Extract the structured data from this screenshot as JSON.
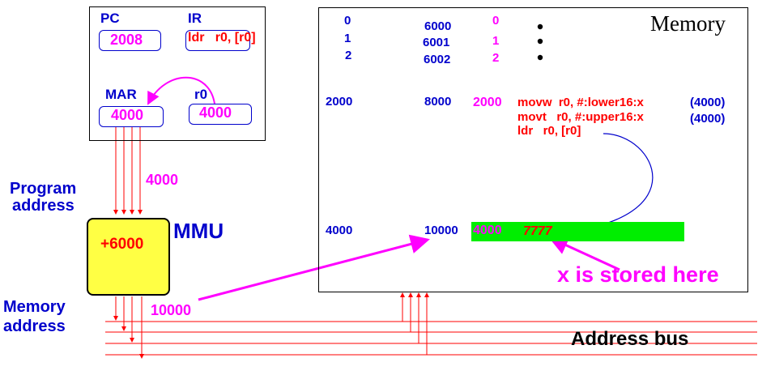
{
  "cpu": {
    "pc_label": "PC",
    "pc_value": "2008",
    "ir_label": "IR",
    "ir_value": "ldr   r0, [r0]",
    "mar_label": "MAR",
    "mar_value": "4000",
    "r0_label": "r0",
    "r0_value": "4000"
  },
  "program_address": {
    "label_line1": "Program",
    "label_line2": "address",
    "value": "4000"
  },
  "mmu": {
    "label": "MMU",
    "offset": "+6000"
  },
  "memory_address": {
    "label_line1": "Memory",
    "label_line2": "address",
    "value": "10000"
  },
  "memory": {
    "title": "Memory",
    "rows": [
      {
        "virtual": "0",
        "physical": "6000",
        "content": "0"
      },
      {
        "virtual": "1",
        "physical": "6001",
        "content": "1"
      },
      {
        "virtual": "2",
        "physical": "6002",
        "content": "2"
      }
    ],
    "code_virtual": "2000",
    "code_physical": "8000",
    "code_address": "2000",
    "instructions": [
      {
        "text": "movw  r0, #:lower16:x",
        "comment": "(4000)"
      },
      {
        "text": "movt   r0, #:upper16:x",
        "comment": "(4000)"
      },
      {
        "text": "ldr   r0, [r0]",
        "comment": ""
      }
    ],
    "data_virtual": "4000",
    "data_physical": "10000",
    "data_address": "4000",
    "data_value": "7777",
    "annotation": "x is stored here"
  },
  "bus": {
    "label": "Address bus"
  },
  "colors": {
    "blue": "#0000cc",
    "magenta": "#ff00ff",
    "red": "#ff0000",
    "green": "#00ee00",
    "mmu_fill": "#ffff44"
  }
}
